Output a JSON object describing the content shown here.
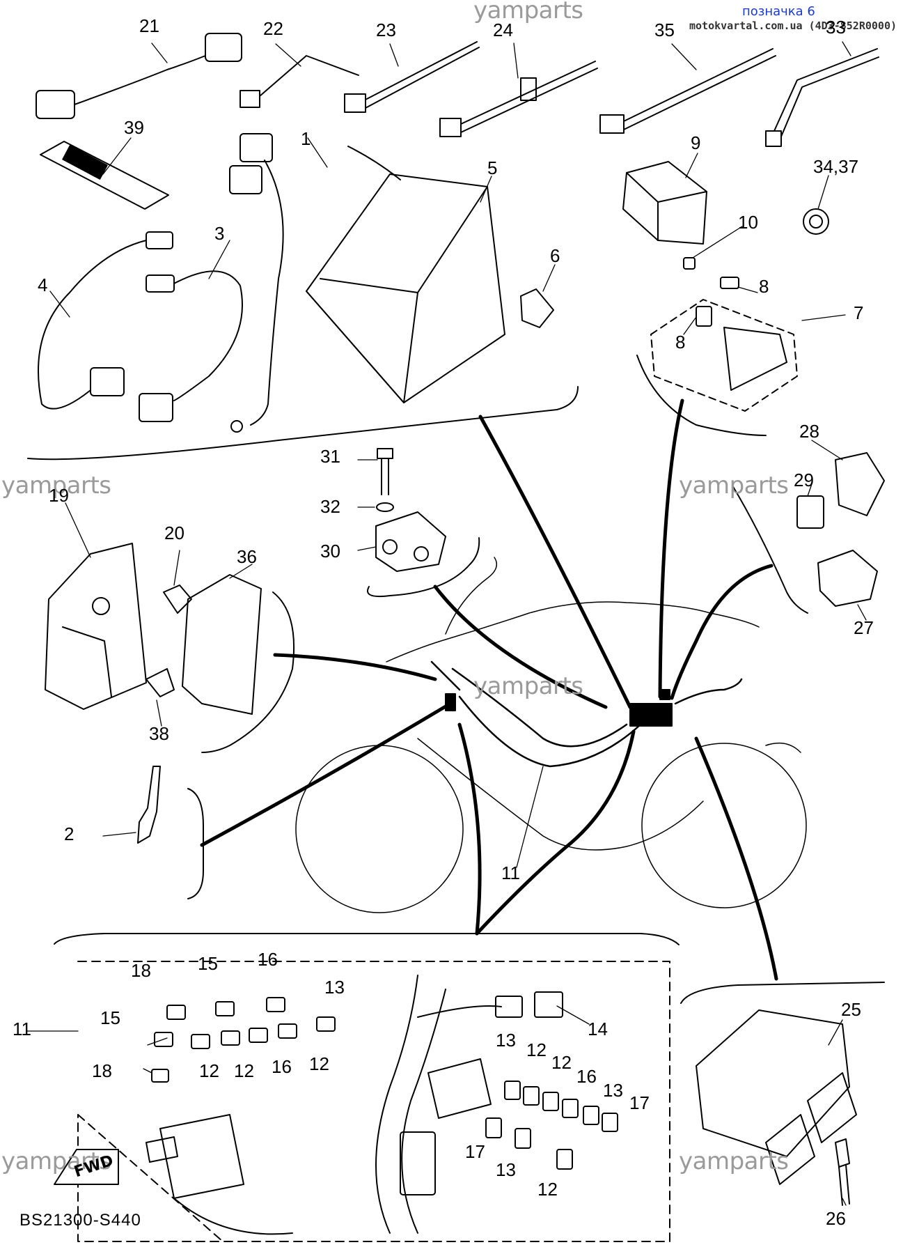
{
  "header": {
    "mark_label": "позначка 6",
    "site": "motokvartal.com.ua (4D3-852R0000)"
  },
  "watermark": "yamparts",
  "diagram_code": "BS21300-S440",
  "fwd_label": "FWD",
  "callouts": [
    "21",
    "22",
    "23",
    "24",
    "35",
    "33",
    "39",
    "1",
    "5",
    "9",
    "34,37",
    "3",
    "4",
    "10",
    "6",
    "8",
    "7",
    "8",
    "28",
    "29",
    "31",
    "32",
    "30",
    "19",
    "20",
    "36",
    "27",
    "38",
    "2",
    "11",
    "18",
    "15",
    "16",
    "13",
    "15",
    "11",
    "14",
    "12",
    "12",
    "16",
    "12",
    "13",
    "12",
    "12",
    "16",
    "13",
    "17",
    "18",
    "17",
    "13",
    "12",
    "25",
    "26"
  ]
}
